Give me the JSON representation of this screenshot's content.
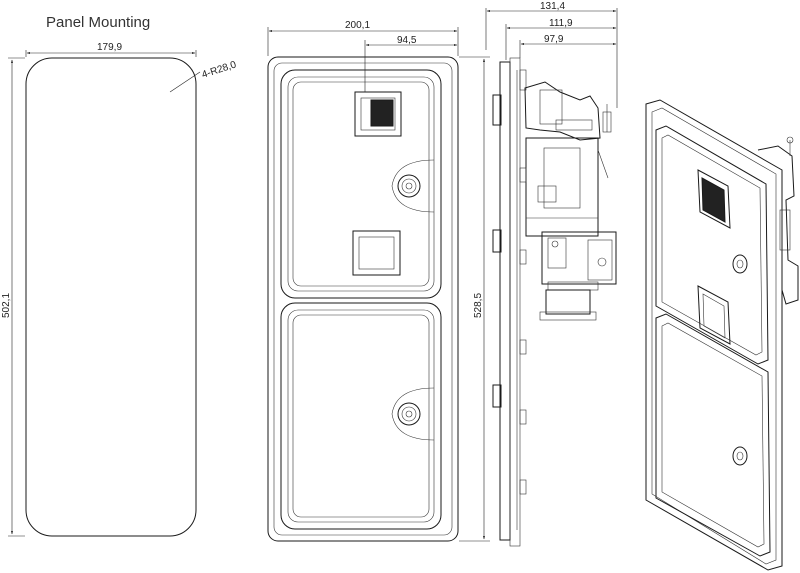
{
  "title": "Panel Mounting",
  "panel_cutout": {
    "width_label": "179,9",
    "height_label": "502,1",
    "radius_label": "4-R28,0"
  },
  "front_view": {
    "width_label": "200,1",
    "half_width_label": "94,5",
    "height_label": "528,5"
  },
  "side_view": {
    "depth_total_label": "131,4",
    "depth_mid_label": "111,9",
    "depth_inner_label": "97,9"
  }
}
